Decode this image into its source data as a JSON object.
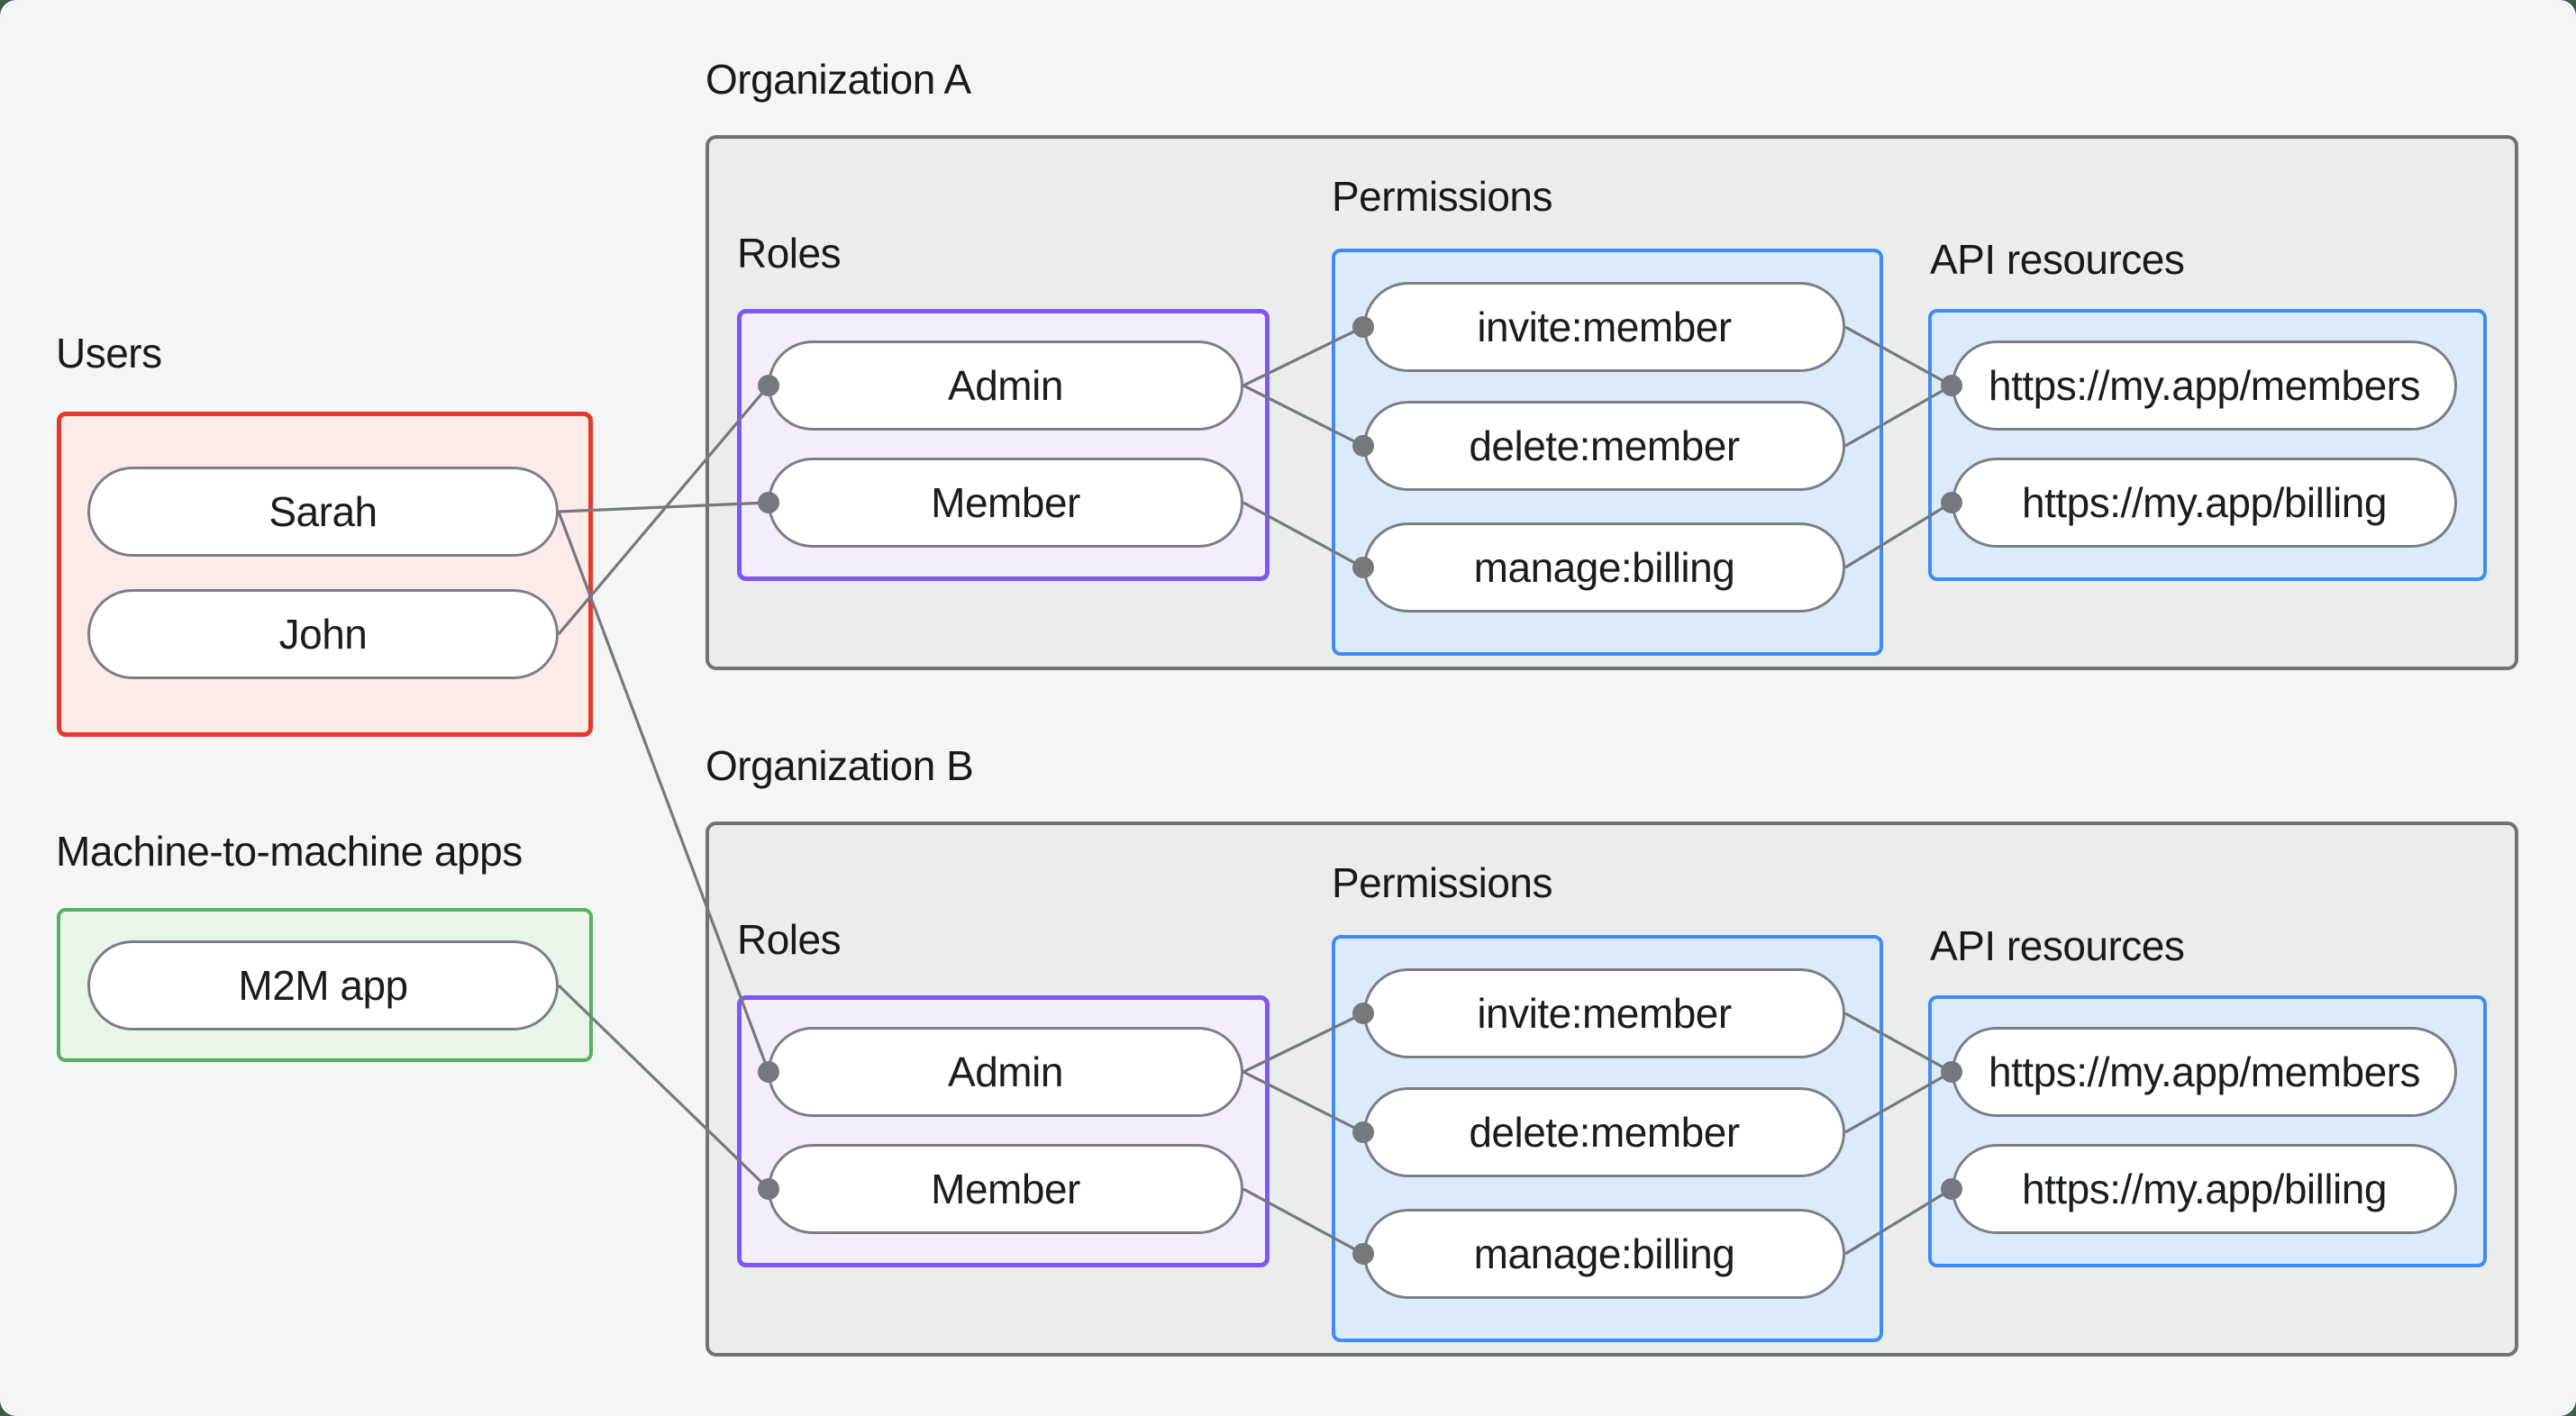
{
  "users": {
    "label": "Users",
    "items": [
      "Sarah",
      "John"
    ]
  },
  "m2m": {
    "label": "Machine-to-machine apps",
    "items": [
      "M2M app"
    ]
  },
  "orgs": [
    {
      "title": "Organization A",
      "roles": {
        "label": "Roles",
        "items": [
          "Admin",
          "Member"
        ]
      },
      "permissions": {
        "label": "Permissions",
        "items": [
          "invite:member",
          "delete:member",
          "manage:billing"
        ]
      },
      "api": {
        "label": "API resources",
        "items": [
          "https://my.app/members",
          "https://my.app/billing"
        ]
      }
    },
    {
      "title": "Organization B",
      "roles": {
        "label": "Roles",
        "items": [
          "Admin",
          "Member"
        ]
      },
      "permissions": {
        "label": "Permissions",
        "items": [
          "invite:member",
          "delete:member",
          "manage:billing"
        ]
      },
      "api": {
        "label": "API resources",
        "items": [
          "https://my.app/members",
          "https://my.app/billing"
        ]
      }
    }
  ],
  "connections": [
    {
      "from": "Sarah",
      "to": "Member (Organization A)"
    },
    {
      "from": "John",
      "to": "Admin (Organization A)"
    },
    {
      "from": "Sarah",
      "to": "Admin (Organization B)"
    },
    {
      "from": "M2M app",
      "to": "Member (Organization B)"
    },
    {
      "from": "Admin (Organization A)",
      "to": "invite:member (Organization A)"
    },
    {
      "from": "Admin (Organization A)",
      "to": "delete:member (Organization A)"
    },
    {
      "from": "Member (Organization A)",
      "to": "manage:billing (Organization A)"
    },
    {
      "from": "invite:member (Organization A)",
      "to": "https://my.app/members (Organization A)"
    },
    {
      "from": "delete:member (Organization A)",
      "to": "https://my.app/members (Organization A)"
    },
    {
      "from": "manage:billing (Organization A)",
      "to": "https://my.app/billing (Organization A)"
    },
    {
      "from": "Admin (Organization B)",
      "to": "invite:member (Organization B)"
    },
    {
      "from": "Admin (Organization B)",
      "to": "delete:member (Organization B)"
    },
    {
      "from": "Member (Organization B)",
      "to": "manage:billing (Organization B)"
    },
    {
      "from": "invite:member (Organization B)",
      "to": "https://my.app/members (Organization B)"
    },
    {
      "from": "delete:member (Organization B)",
      "to": "https://my.app/members (Organization B)"
    },
    {
      "from": "manage:billing (Organization B)",
      "to": "https://my.app/billing (Organization B)"
    }
  ],
  "colors": {
    "background": "#f4f6f5",
    "page_behind": "#3e5a49",
    "users_border": "#e23b2e",
    "users_fill": "#fcebe8",
    "m2m_border": "#56b25f",
    "m2m_fill": "#e9f5e9",
    "org_border": "#6f7376",
    "org_fill": "#ebedec",
    "roles_border": "#7d57f7",
    "roles_fill": "#f3edfd",
    "permissions_border": "#3f8cf6",
    "permissions_fill": "#dcebfb",
    "node_border": "#7b7f84",
    "edge": "#75797d",
    "text": "#17191d"
  }
}
